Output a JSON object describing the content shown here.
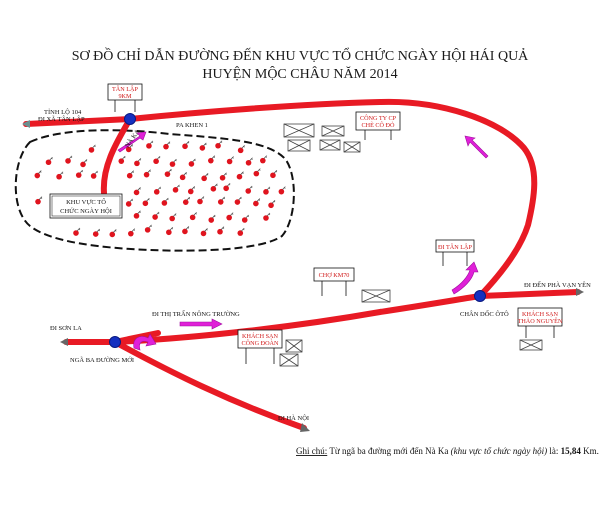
{
  "title": {
    "line1": "SƠ ĐỒ CHỈ DẪN ĐƯỜNG ĐẾN KHU VỰC TỔ CHỨC NGÀY HỘI HÁI QUẢ",
    "line2": "HUYỆN MỘC CHÂU NĂM 2014"
  },
  "labels": {
    "tinh_lo": "TỈNH LỘ 104",
    "di_xa_tan_lap": "ĐI XÃ TÂN LẬP",
    "pa_khen": "PA KHEN 1",
    "na_ka": "NÀ KA",
    "di_den_pha_van_yen": "ĐI ĐẾN PHÀ VẠN YÊN",
    "chan_doc_oto": "CHÂN DỐC ÔTÔ",
    "di_thi_tran": "ĐI THỊ TRẤN NÔNG TRƯỜNG",
    "di_son_la": "ĐI SƠN LA",
    "nga_ba": "NGÃ BA ĐƯỜNG MỚI",
    "di_ha_noi": "ĐI HÀ NỘI"
  },
  "boxes": {
    "tan_lap": [
      "TÂN LẬP",
      "9KM"
    ],
    "cong_ty": [
      "CÔNG TY CP",
      "CHÈ CÔ ĐỎ"
    ],
    "di_tan_lap": "ĐI TÂN LẬP",
    "cho_km70": "CHỢ KM70",
    "khach_san_cong_doan": [
      "KHÁCH SẠN",
      "CÔNG ĐOÀN"
    ],
    "khach_san_thao_nguyen": [
      "KHÁCH SẠN",
      "THẢO NGUYÊN"
    ]
  },
  "area": [
    "KHU VỰC TỔ",
    "CHỨC NGÀY HỘI"
  ],
  "note": {
    "prefix": "Ghi chú:",
    "text": " Từ ngã ba đường mới đến Nà Ka ",
    "italic": "(khu vực tổ chức ngày hội)",
    "suffix": " là: ",
    "distance": "15,84",
    "unit": " Km."
  },
  "colors": {
    "road": "#e81a24",
    "road_outline": "#b80d14",
    "junction": "#1530c0",
    "arrow_magenta": "#e020d8",
    "box_text": "#d01818",
    "fruit": "#e0141e"
  }
}
